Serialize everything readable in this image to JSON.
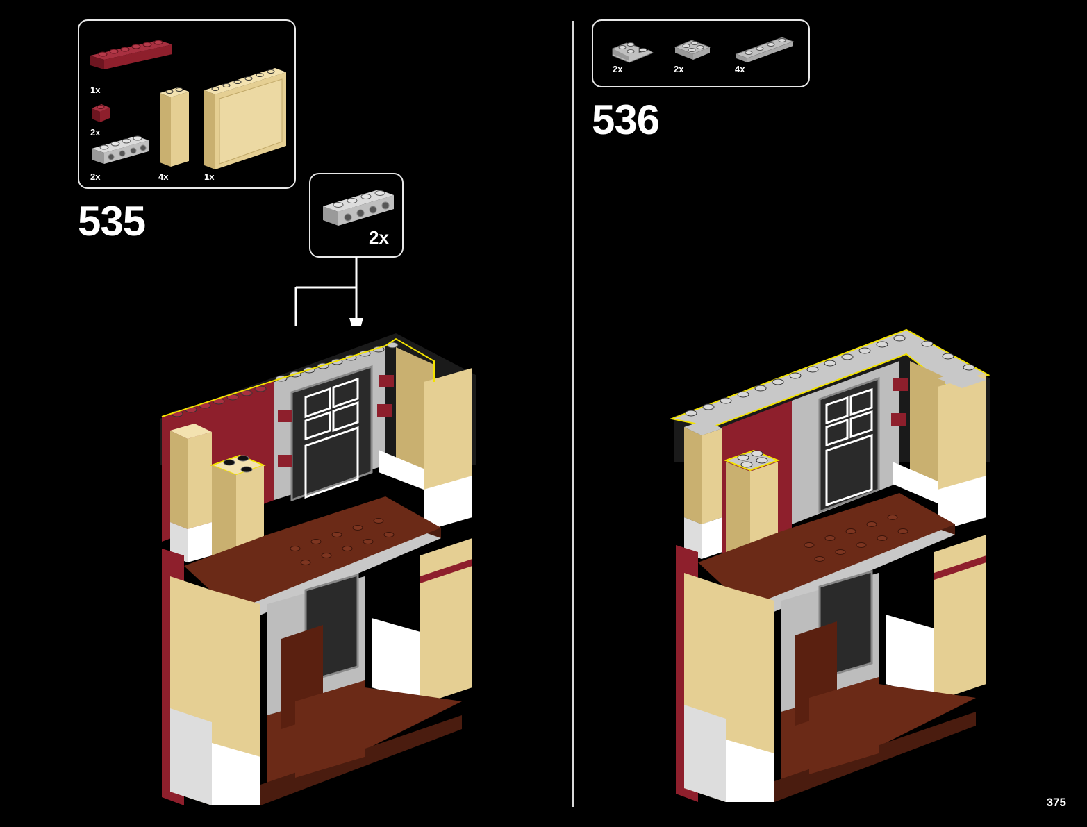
{
  "left_step": {
    "number": "535",
    "parts": [
      {
        "name": "dark red brick 1x6",
        "qty": "1x",
        "color": "#8e1f2c"
      },
      {
        "name": "dark red brick 1x1",
        "qty": "2x",
        "color": "#8e1f2c"
      },
      {
        "name": "light grey technic brick 1x4",
        "qty": "2x",
        "color": "#c8c8c8"
      },
      {
        "name": "tan brick 1x1x3 column",
        "qty": "4x",
        "color": "#e5cf93"
      },
      {
        "name": "tan panel 1x6x5",
        "qty": "1x",
        "color": "#e5cf93"
      }
    ],
    "callout": {
      "part": "light grey technic brick 1x4",
      "qty": "2x"
    }
  },
  "right_step": {
    "number": "536",
    "parts": [
      {
        "name": "light grey corner plate 2x2",
        "qty": "2x",
        "color": "#c0c0c0"
      },
      {
        "name": "light grey plate 2x2",
        "qty": "2x",
        "color": "#c0c0c0"
      },
      {
        "name": "light grey plate 1x4",
        "qty": "4x",
        "color": "#c0c0c0"
      }
    ]
  },
  "page_number": "375",
  "colors": {
    "background": "#000000",
    "dark_red": "#8e1f2c",
    "tan": "#e5cf93",
    "light_grey": "#c8c8c8",
    "reddish_brown": "#6b2a17",
    "highlight": "#f2e200"
  }
}
